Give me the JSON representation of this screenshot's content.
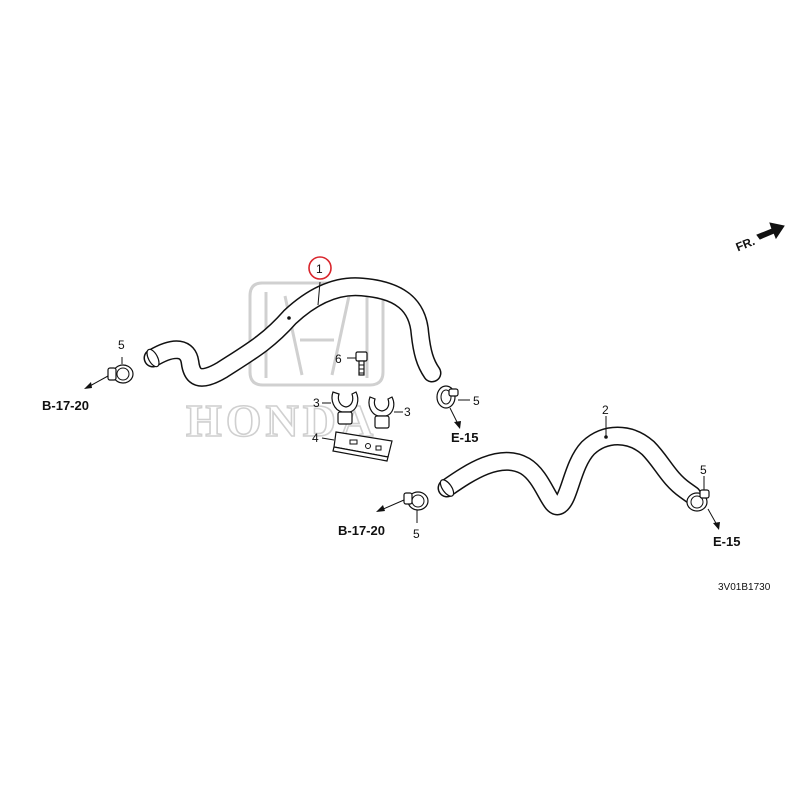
{
  "watermark": {
    "brand": "HONDA"
  },
  "orientation": {
    "label": "FR."
  },
  "diagram_code": "3V01B1730",
  "highlight": {
    "color": "#d9242b",
    "part": "1"
  },
  "callouts": {
    "hose_upper": "1",
    "hose_lower": "2",
    "clip_left": "3",
    "clip_right": "3",
    "bracket": "4",
    "clamp_upper_left": "5",
    "clamp_upper_right": "5",
    "clamp_lower_left": "5",
    "clamp_lower_right": "5",
    "bolt": "6"
  },
  "references": {
    "upper_left": "B-17-20",
    "upper_right": "E-15",
    "lower_left": "B-17-20",
    "lower_right": "E-15"
  }
}
